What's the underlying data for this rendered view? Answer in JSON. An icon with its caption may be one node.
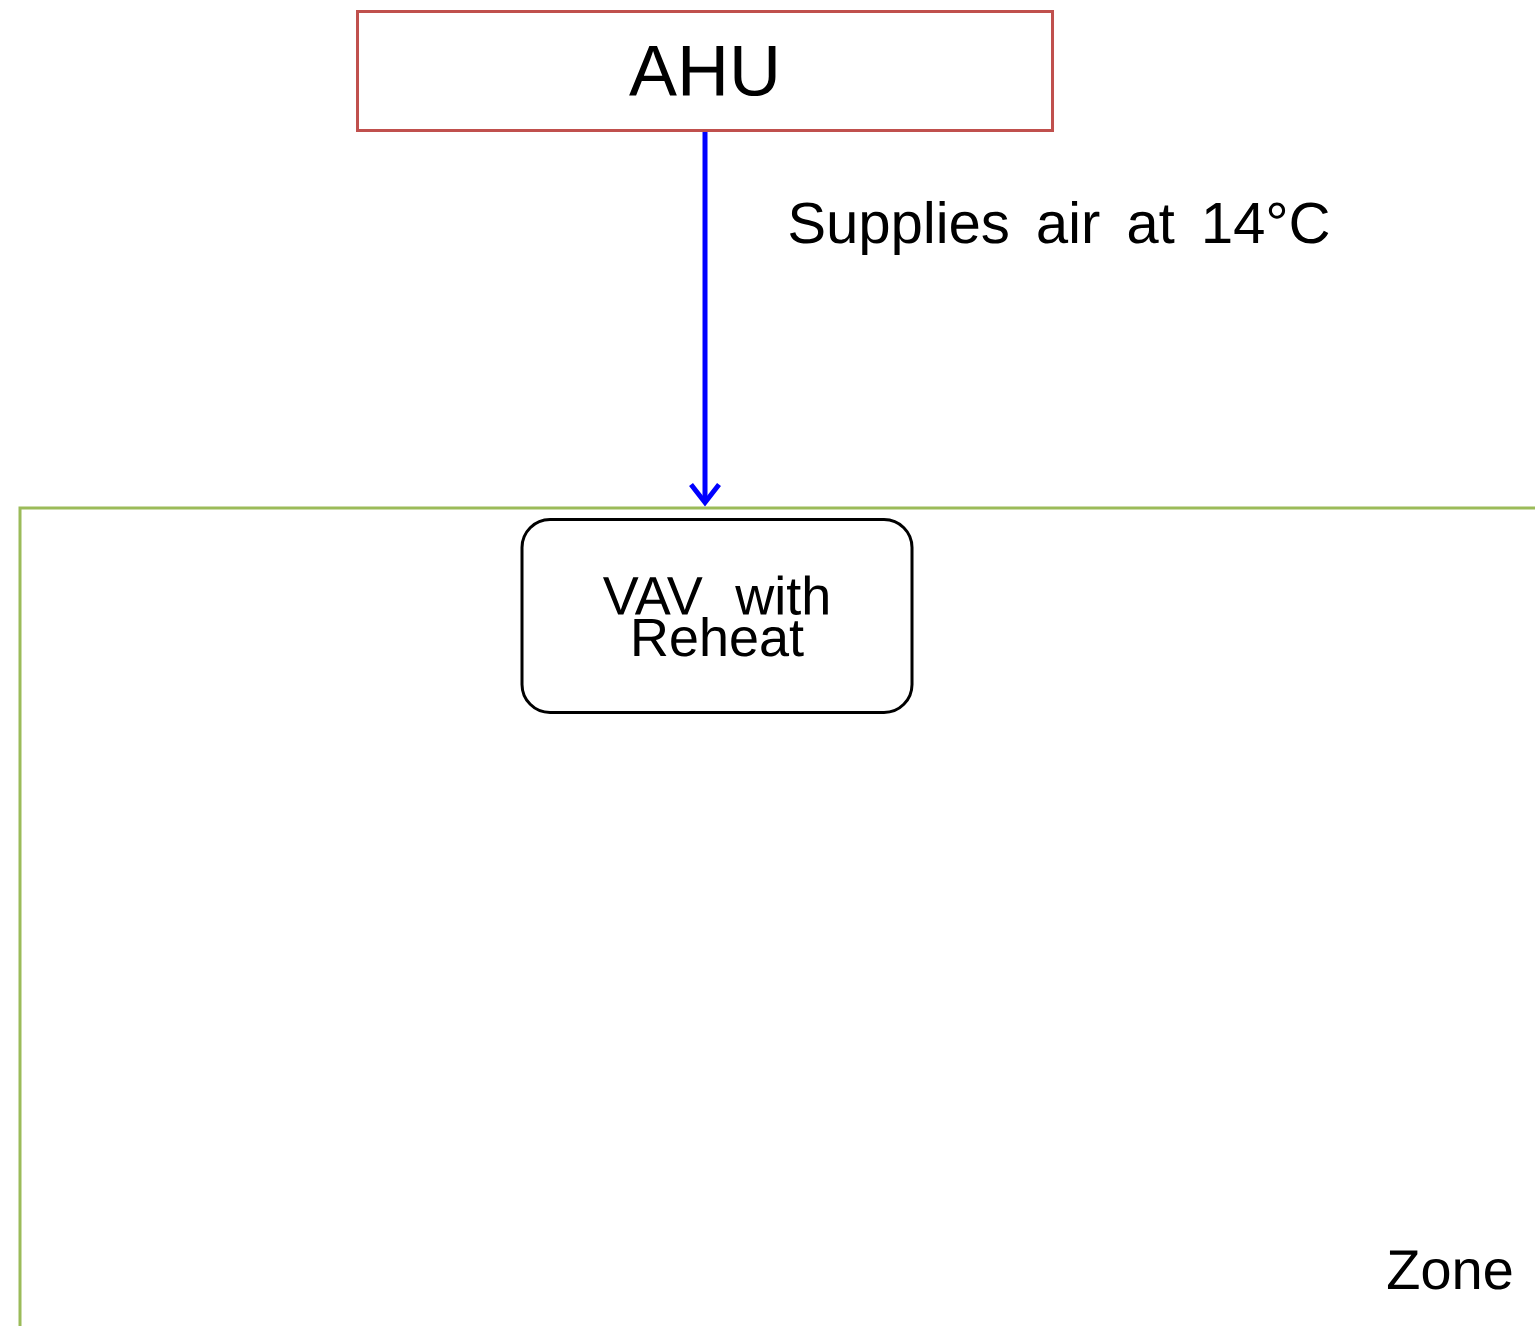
{
  "diagram": {
    "nodes": [
      {
        "text": [
          "AHU"
        ]
      },
      {
        "text": [
          "Zone"
        ]
      },
      {
        "text": [
          "VAV with Reheat"
        ],
        "in": 1
      }
    ],
    "edges": [
      {
        "from": 0,
        "to": 1,
        "arrow": "to",
        "label": "Supplies air at 14°C"
      }
    ]
  }
}
